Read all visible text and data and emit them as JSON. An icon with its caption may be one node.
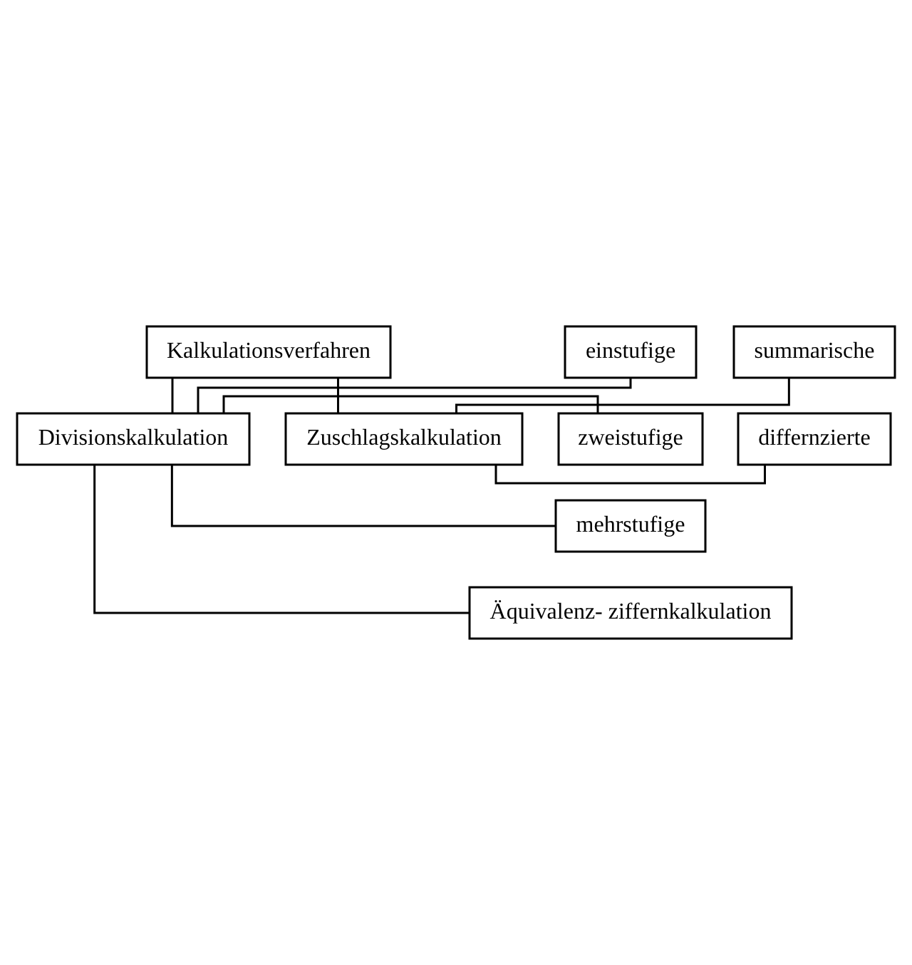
{
  "diagram": {
    "nodes": [
      {
        "text": [
          "Kalkulationsverfahren"
        ]
      },
      {
        "text": [
          "Divisionskalkulation"
        ]
      },
      {
        "text": [
          "Zuschlagskalkulation"
        ]
      },
      {
        "text": [
          "einstufige"
        ]
      },
      {
        "text": [
          "zweistufige"
        ]
      },
      {
        "text": [
          "mehrstufige"
        ]
      },
      {
        "text": [
          "Äquivalenz- ziffernkalkulation"
        ]
      },
      {
        "text": [
          "summarische"
        ]
      },
      {
        "text": [
          "differnzierte"
        ]
      }
    ],
    "edges": [
      {
        "from": 0,
        "to": 1,
        "arrow": "none"
      },
      {
        "from": 0,
        "to": 2,
        "arrow": "none"
      },
      {
        "from": 1,
        "to": 3,
        "arrow": "none"
      },
      {
        "from": 1,
        "to": 4,
        "arrow": "none"
      },
      {
        "from": 1,
        "to": 5,
        "arrow": "none"
      },
      {
        "from": 1,
        "to": 6,
        "arrow": "none"
      },
      {
        "from": 2,
        "to": 7,
        "arrow": "none"
      },
      {
        "from": 2,
        "to": 8,
        "arrow": "none"
      }
    ]
  }
}
